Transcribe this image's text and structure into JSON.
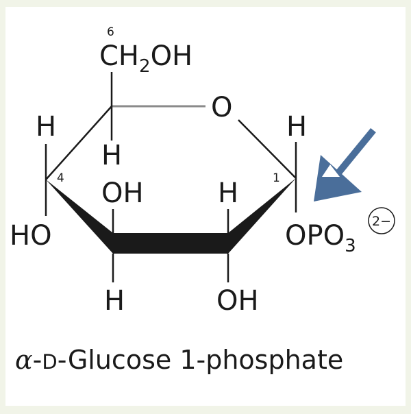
{
  "diagram": {
    "colors": {
      "background": "#f1f4e8",
      "panel": "#ffffff",
      "bond": "#1a1a1a",
      "ring_back_bond": "#8a8a8a",
      "arrow": "#4a6e9a"
    },
    "numbers": {
      "c6": "6",
      "c4": "4",
      "c1": "1"
    },
    "ch2oh": {
      "ch": "CH",
      "sub": "2",
      "oh": "OH"
    },
    "ring_oxygen": "O",
    "c5_h": "H",
    "c4": {
      "h": "H",
      "ho": "HO"
    },
    "c3": {
      "oh": "OH",
      "h": "H"
    },
    "c2": {
      "h": "H",
      "oh": "OH"
    },
    "c1": {
      "h": "H",
      "opo": "OPO",
      "sub": "3",
      "charge": "2−"
    },
    "caption": {
      "alpha": "α",
      "dash1": "-",
      "d": "D",
      "rest": "-Glucose 1-phosphate"
    },
    "arrow_icon": "arrow-pointing-down-left-icon"
  }
}
